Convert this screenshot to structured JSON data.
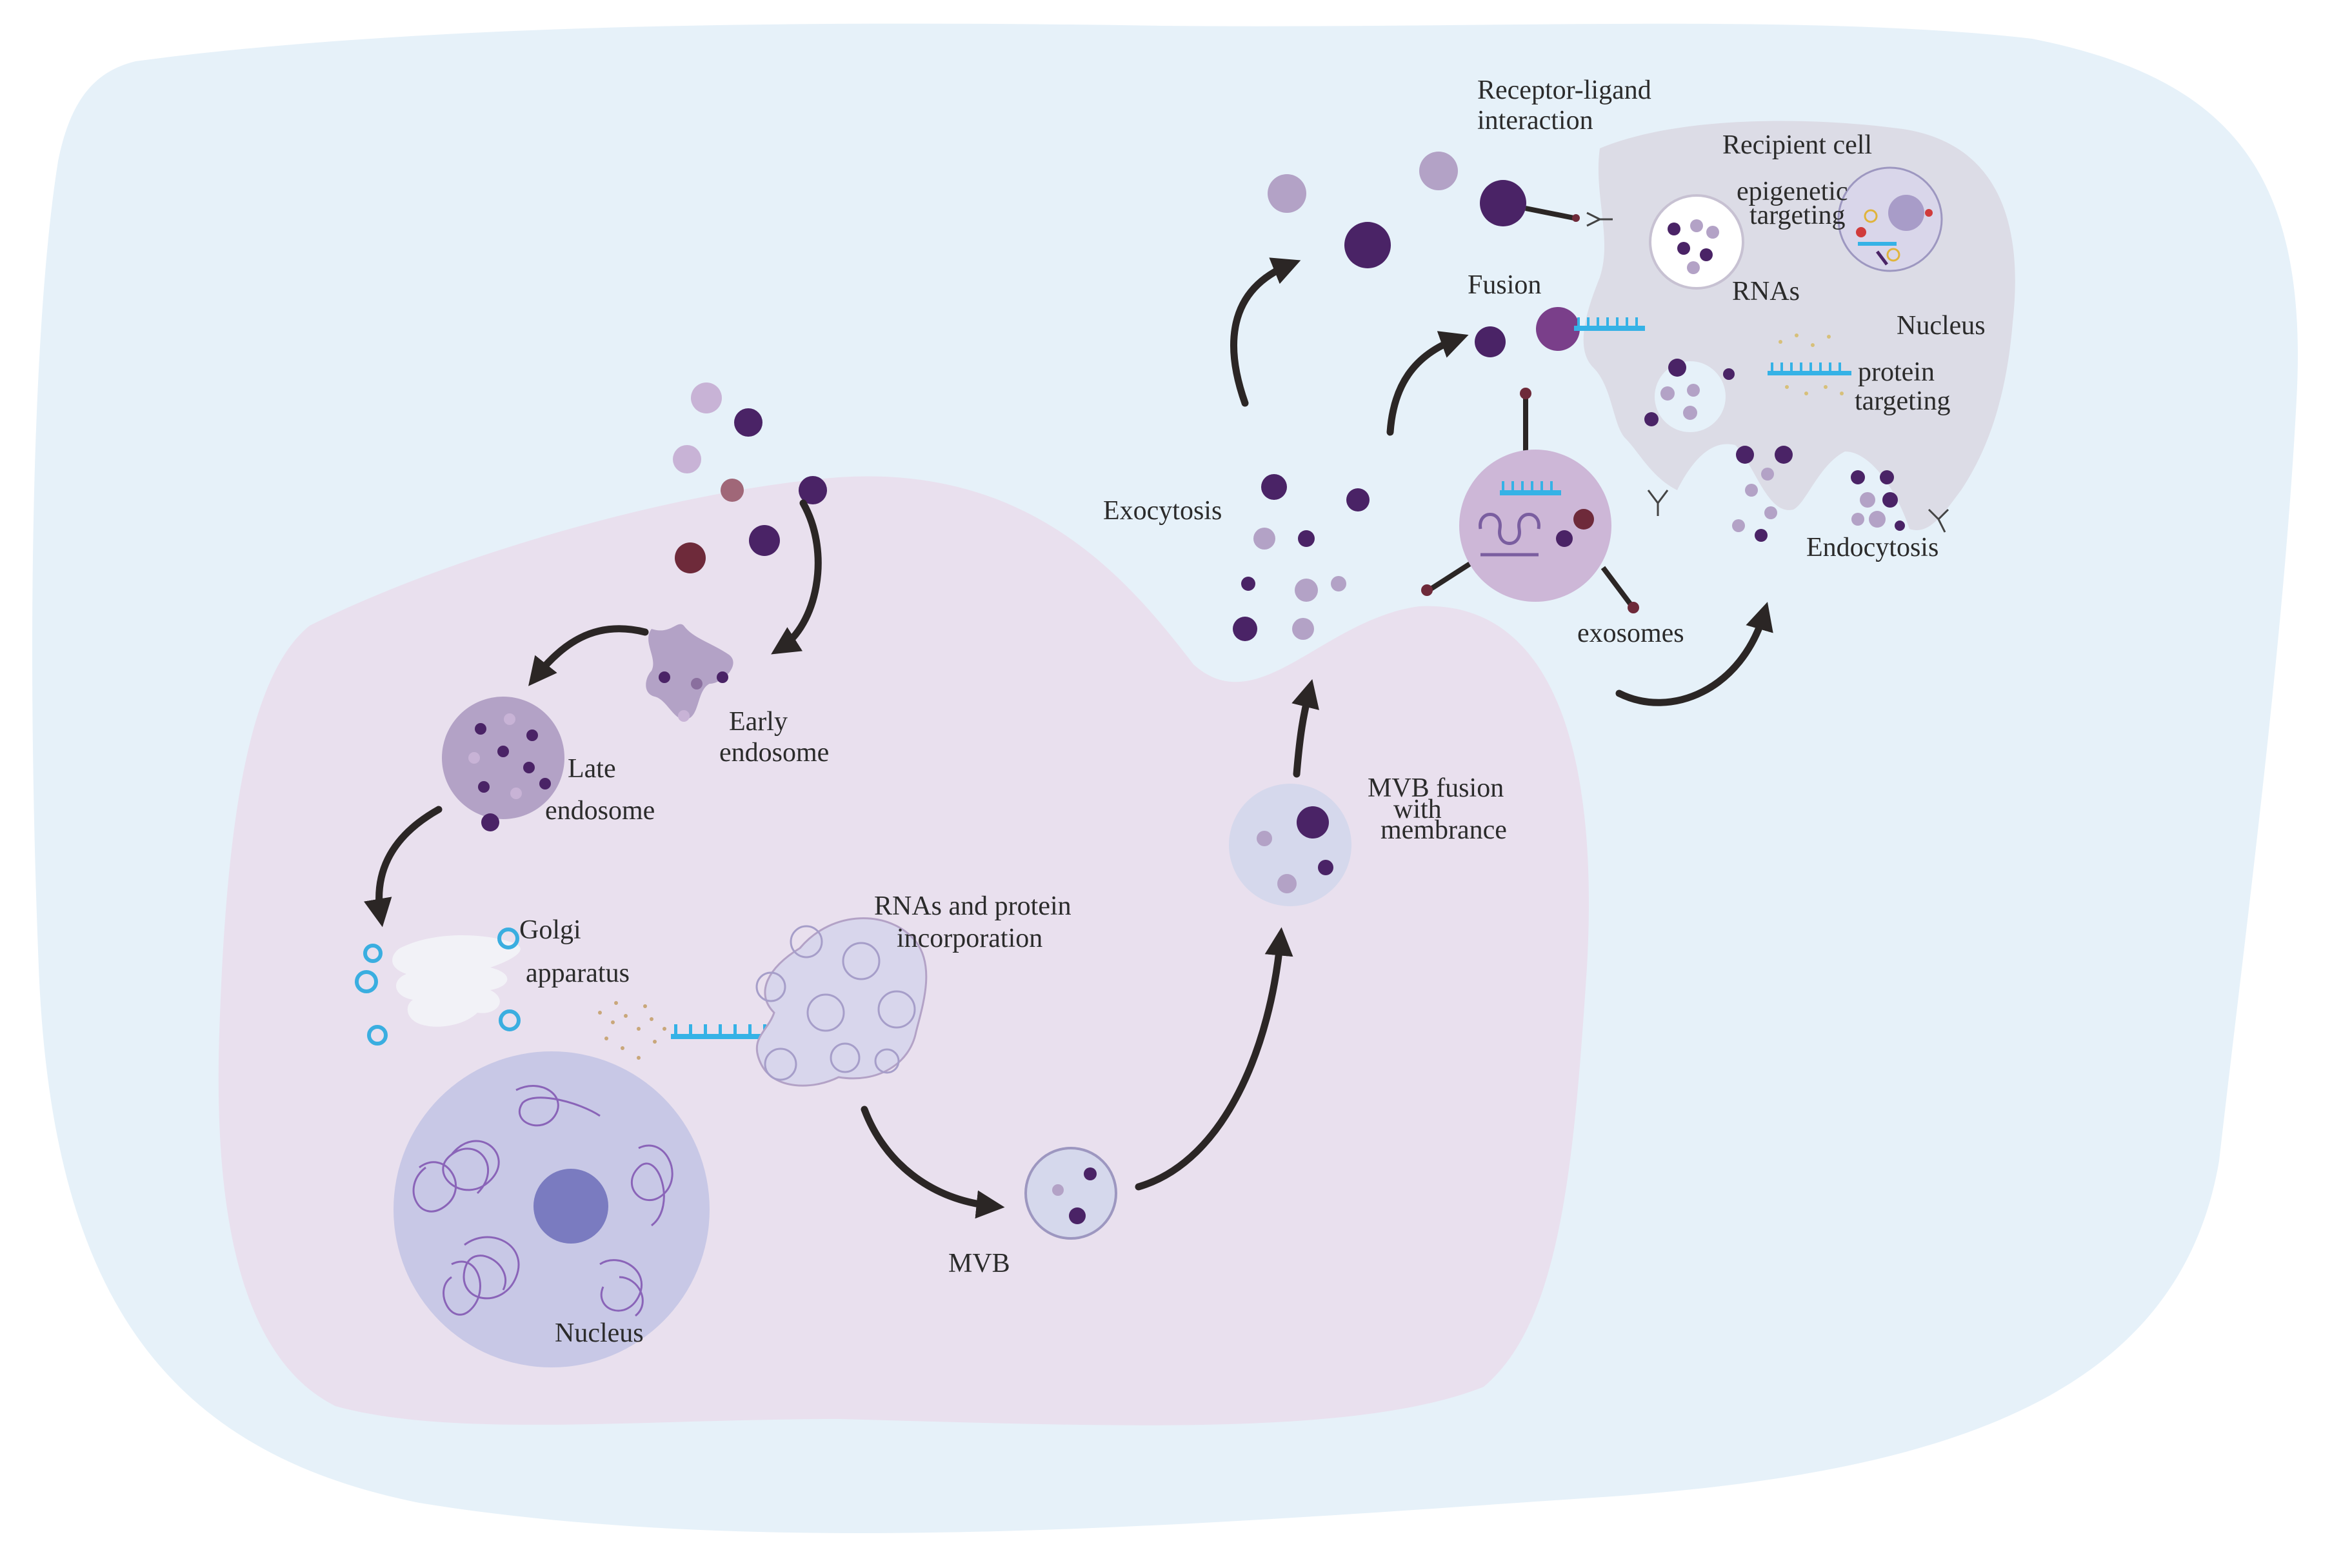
{
  "labels": {
    "receptor_ligand_1": "Receptor-ligand",
    "receptor_ligand_2": "interaction",
    "recipient_cell": "Recipient cell",
    "epigenetic_1": "epigenetic",
    "epigenetic_2": "targeting",
    "rnas": "RNAs",
    "nucleus_recipient": "Nucleus",
    "fusion": "Fusion",
    "protein_targeting_1": "protein",
    "protein_targeting_2": "targeting",
    "exocytosis": "Exocytosis",
    "endocytosis": "Endocytosis",
    "exosomes": "exosomes",
    "early_endosome_1": "Early",
    "early_endosome_2": "endosome",
    "late_endosome_1": "Late",
    "late_endosome_2": "endosome",
    "mvb_fusion_1": "MVB fusion",
    "mvb_fusion_2": "with",
    "mvb_fusion_3": "membrance",
    "golgi_1": "Golgi",
    "golgi_2": "apparatus",
    "rnas_protein_1": "RNAs and protein",
    "rnas_protein_2": "incorporation",
    "mvb": "MVB",
    "nucleus_donor": "Nucleus"
  },
  "colors": {
    "background_outer": "#e6f1f9",
    "donor_cell": "#e9e0ee",
    "recipient_cell": "#dcdce6",
    "vesicle_dark": "#4a2366",
    "vesicle_light": "#b3a2c6",
    "vesicle_mid": "#8a6f9e",
    "vesicle_red": "#6e2a3a",
    "golgi_blue": "#3aaee0",
    "rna_blue": "#35b2e6",
    "arrow": "#2b2625",
    "nucleus_fill": "#c8c8e6",
    "nucleolus": "#7a7bc0"
  }
}
